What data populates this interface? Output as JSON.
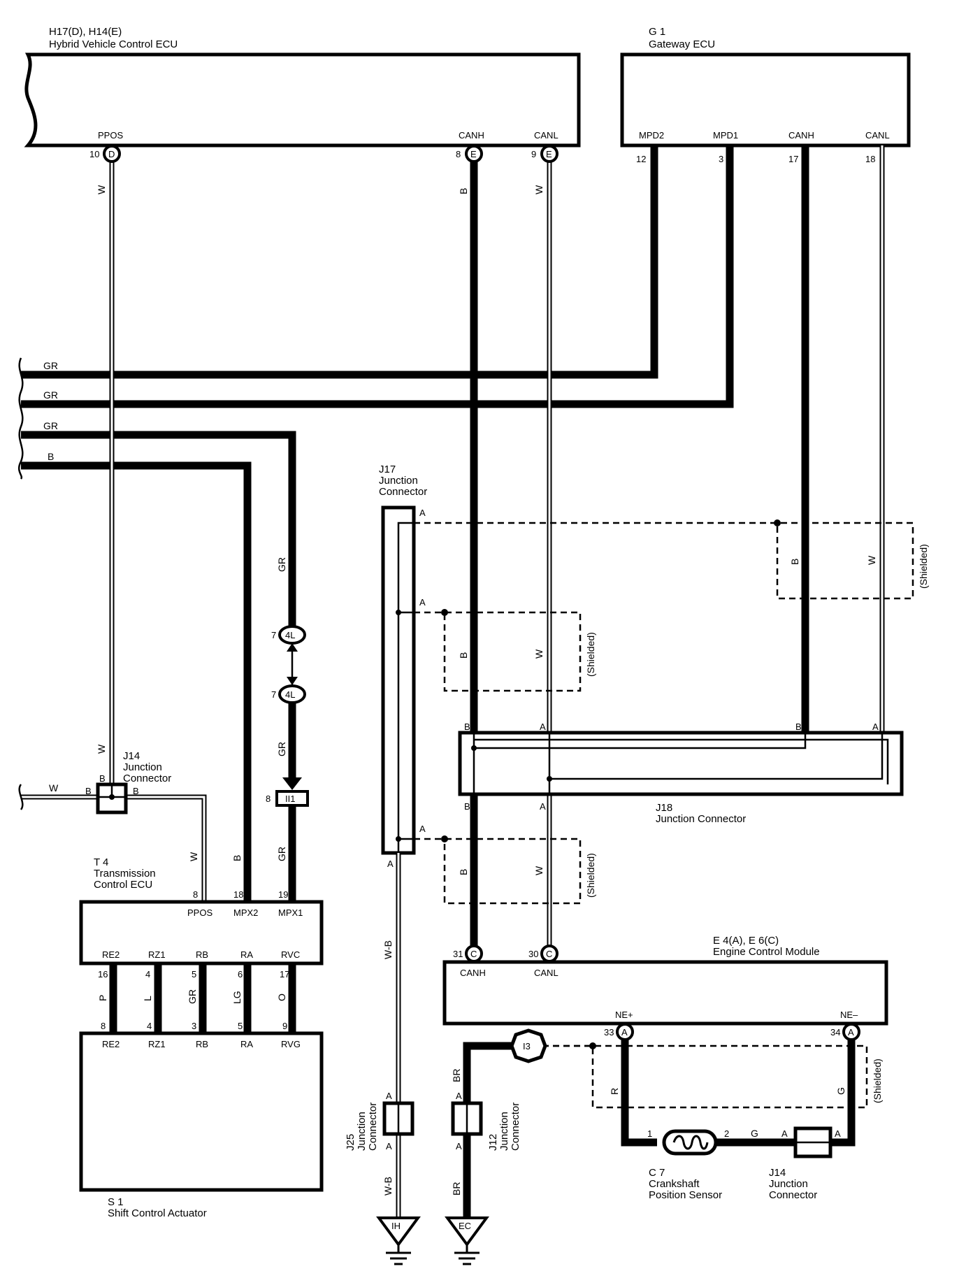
{
  "components": {
    "hv_ecu": {
      "code": "H17(D), H14(E)",
      "name": "Hybrid Vehicle Control ECU",
      "pins": {
        "ppos": "PPOS",
        "canh": "CANH",
        "canl": "CANL"
      },
      "pin_nums": {
        "ppos": "10",
        "canh": "8",
        "canl": "9"
      },
      "conn": {
        "ppos": "D",
        "canh": "E",
        "canl": "E"
      }
    },
    "gateway": {
      "code": "G 1",
      "name": "Gateway ECU",
      "pins": {
        "mpd2": "MPD2",
        "mpd1": "MPD1",
        "canh": "CANH",
        "canl": "CANL"
      },
      "pin_nums": {
        "mpd2": "12",
        "mpd1": "3",
        "canh": "17",
        "canl": "18"
      }
    },
    "j17": {
      "code": "J17",
      "name_l1": "Junction",
      "name_l2": "Connector",
      "pins": {
        "a1": "A",
        "a2": "A",
        "a3": "A",
        "a4": "A"
      }
    },
    "j14_top": {
      "code": "J14",
      "name_l1": "Junction",
      "name_l2": "Connector",
      "pins": {
        "b_top": "B",
        "b_left": "B",
        "b_right": "B"
      }
    },
    "j18": {
      "code": "J18",
      "name": "Junction Connector",
      "pins": {
        "b1": "B",
        "a1": "A",
        "b2": "B",
        "a2": "A",
        "b3": "B",
        "a3": "A"
      }
    },
    "tcu": {
      "code": "T 4",
      "name_l1": "Transmission",
      "name_l2": "Control ECU",
      "top_pins": [
        "PPOS",
        "MPX2",
        "MPX1"
      ],
      "top_pin_nums": [
        "8",
        "18",
        "19"
      ],
      "bottom_pins": [
        "RE2",
        "RZ1",
        "RB",
        "RA",
        "RVC"
      ],
      "bottom_pin_nums": [
        "16",
        "4",
        "5",
        "6",
        "17"
      ]
    },
    "actuator": {
      "code": "S 1",
      "name": "Shift Control Actuator",
      "pins": [
        "RE2",
        "RZ1",
        "RB",
        "RA",
        "RVG"
      ],
      "pin_nums": [
        "8",
        "4",
        "3",
        "5",
        "9"
      ]
    },
    "ecm": {
      "code": "E 4(A), E 6(C)",
      "name": "Engine Control Module",
      "top_pins": {
        "canh": "CANH",
        "canl": "CANL"
      },
      "top_pin_nums": {
        "canh": "31",
        "canl": "30"
      },
      "top_conn": "C",
      "bottom_pins": {
        "nep": "NE+",
        "nem": "NE–"
      },
      "bottom_pin_nums": {
        "nep": "33",
        "nem": "34"
      },
      "bottom_conn": "A"
    },
    "j25": {
      "code": "J25",
      "name_l1": "Junction",
      "name_l2": "Connector",
      "pin_top": "A",
      "pin_bottom": "A"
    },
    "j12": {
      "code": "J12",
      "name_l1": "Junction",
      "name_l2": "Connector",
      "pin_top": "A",
      "pin_bottom": "A"
    },
    "crank": {
      "code": "C 7",
      "name_l1": "Crankshaft",
      "name_l2": "Position Sensor",
      "pin1": "1",
      "pin2": "2"
    },
    "j14_bottom": {
      "code": "J14",
      "name_l1": "Junction",
      "name_l2": "Connector",
      "pin_left": "A",
      "pin_right": "A"
    }
  },
  "connectors": {
    "c4l_top": {
      "id": "4L",
      "pin": "7"
    },
    "c4l_bot": {
      "id": "4L",
      "pin": "7"
    },
    "ii1": {
      "id": "II1",
      "pin": "8"
    },
    "i3": {
      "id": "I3"
    }
  },
  "grounds": {
    "ih": "IH",
    "ec": "EC"
  },
  "wires": {
    "gr1": "GR",
    "gr2": "GR",
    "gr3": "GR",
    "b1": "B",
    "ppos_top": "W",
    "ppos_mid": "W",
    "hv_canh": "B",
    "hv_canl": "W",
    "shield1_b": "B",
    "shield1_w": "W",
    "shield2_b": "B",
    "shield2_w": "W",
    "gw_b": "B",
    "gw_w": "W",
    "mpx1_top": "GR",
    "mpx1_mid": "GR",
    "mpx1_bot": "GR",
    "mpx2_bot": "B",
    "j14_left": "W",
    "ppos_tcu": "W",
    "act_p": "P",
    "act_l": "L",
    "act_gr": "GR",
    "act_lg": "LG",
    "act_o": "O",
    "j17_wb": "W-B",
    "j25_wb": "W-B",
    "i3_br": "BR",
    "j12_br": "BR",
    "nep_r": "R",
    "nem_g": "G",
    "crank_g": "G"
  },
  "shield_label": "(Shielded)"
}
